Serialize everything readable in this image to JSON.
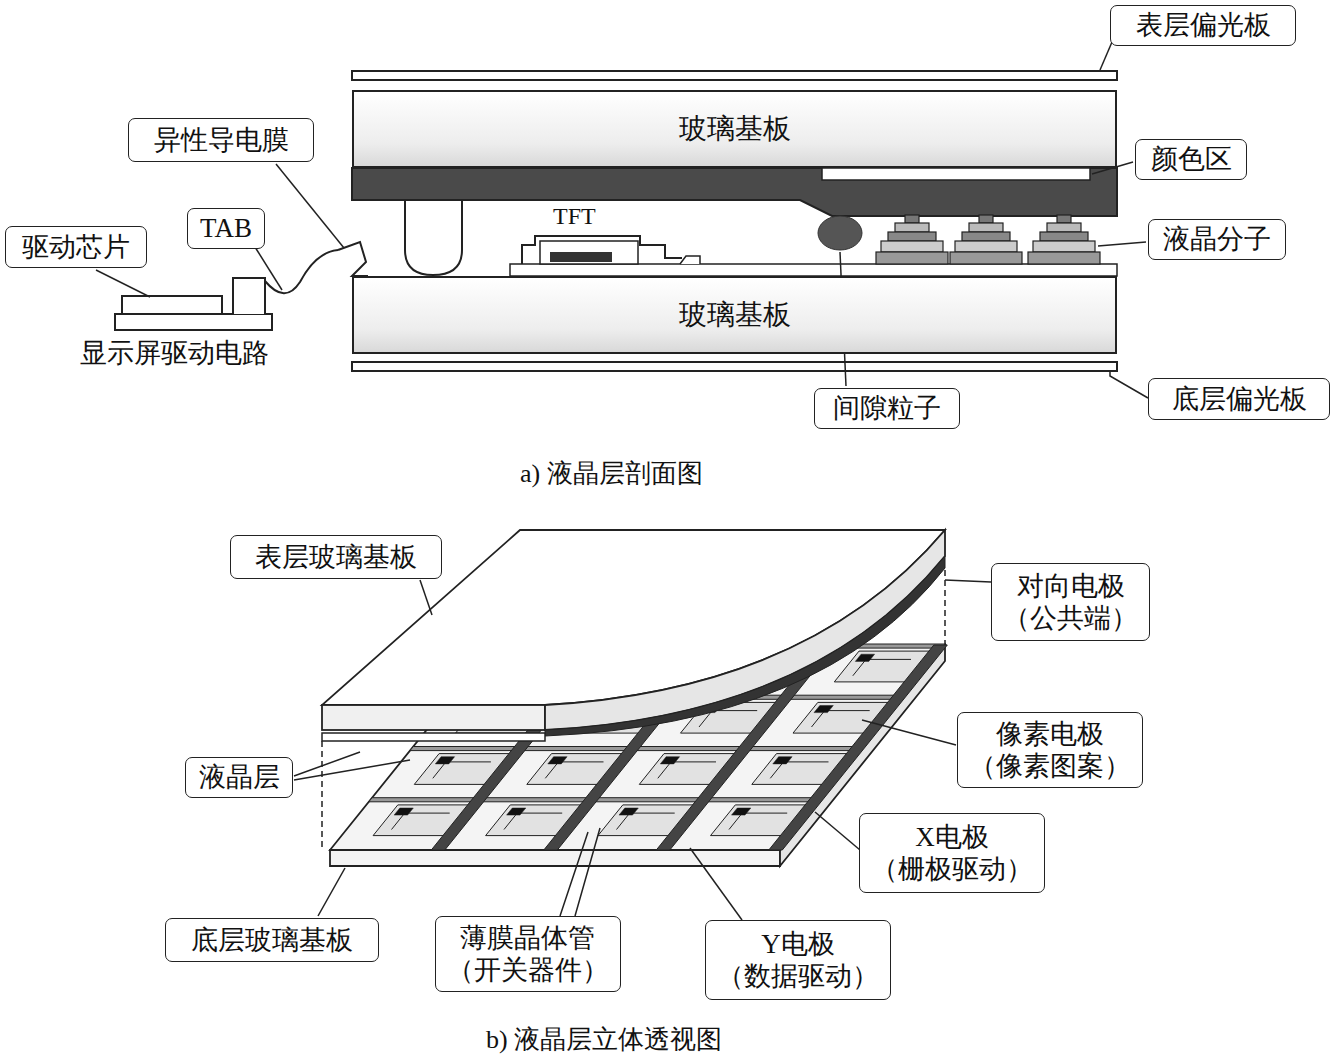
{
  "diagram": {
    "nodes": [
      {
        "text": [
          "表层偏光板"
        ]
      },
      {
        "text": [
          "玻璃基板"
        ]
      },
      {
        "text": [
          "颜色区"
        ]
      },
      {
        "text": [
          "异性导电膜"
        ]
      },
      {
        "text": [
          "液晶分子"
        ]
      },
      {
        "text": [
          "驱动芯片"
        ]
      },
      {
        "text": [
          "TAB"
        ]
      },
      {
        "text": [
          "玻璃基板"
        ]
      },
      {
        "text": [
          "间隙粒子"
        ]
      },
      {
        "text": [
          "底层偏光板"
        ]
      },
      {
        "text": [
          "表层玻璃基板"
        ]
      },
      {
        "text": [
          "对向电极",
          "（公共端）"
        ]
      },
      {
        "text": [
          "像素电极",
          "（像素图案）"
        ]
      },
      {
        "text": [
          "液晶层"
        ]
      },
      {
        "text": [
          "X电极",
          "（栅极驱动）"
        ]
      },
      {
        "text": [
          "底层玻璃基板"
        ]
      },
      {
        "text": [
          "薄膜晶体管",
          "（开关器件）"
        ]
      },
      {
        "text": [
          "Y电极",
          "（数据驱动）"
        ]
      }
    ],
    "labels": [
      "TFT",
      "显示屏驱动电路",
      "a) 液晶层剖面图",
      "b) 液晶层立体透视图"
    ]
  }
}
